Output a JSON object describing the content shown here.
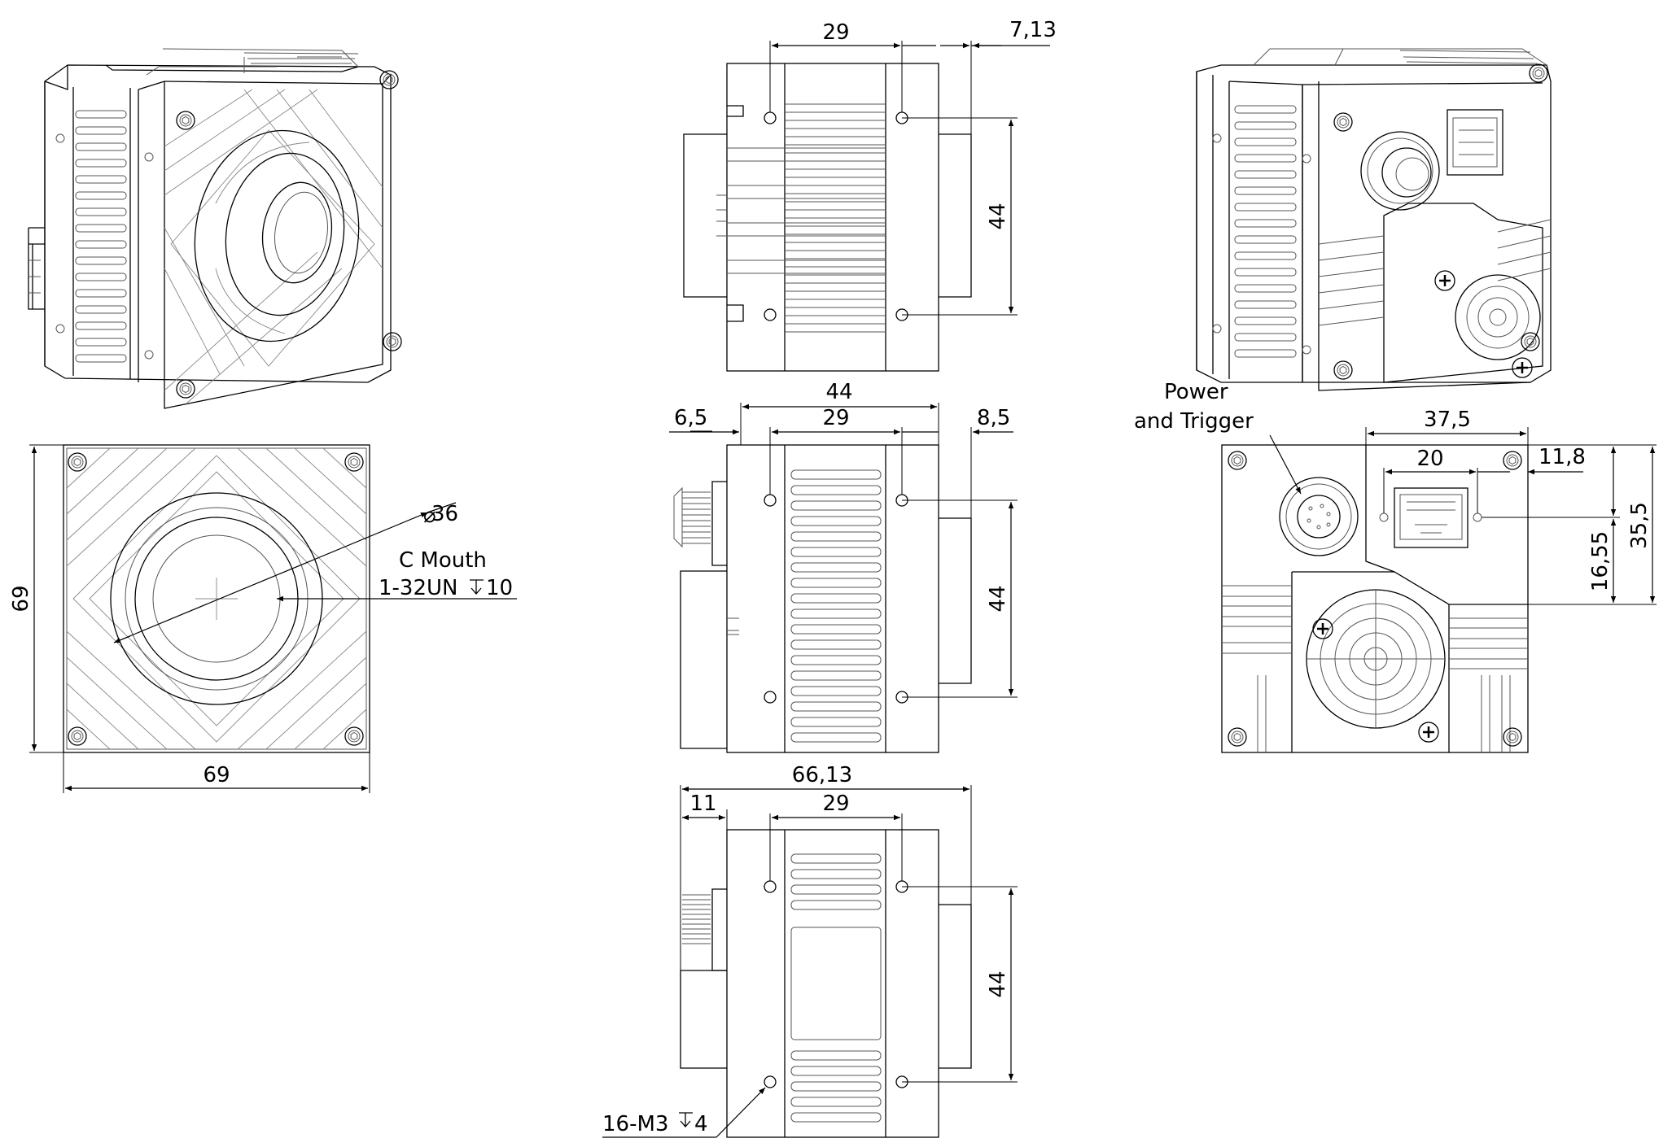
{
  "drawing": {
    "top_view": {
      "dim_hole_spacing": "29",
      "dim_rear_offset": "7,13",
      "dim_height": "44"
    },
    "side_view_right": {
      "dim_width": "44",
      "dim_hole_spacing": "29",
      "dim_front": "6,5",
      "dim_rear": "8,5",
      "dim_height": "44"
    },
    "bottom_view": {
      "dim_length": "66,13",
      "dim_front": "11",
      "dim_hole_spacing": "29",
      "dim_height": "44",
      "mount_holes": "16-M3",
      "mount_depth": "4"
    },
    "front_view": {
      "dim_height": "69",
      "dim_width": "69",
      "dia": "36",
      "mount_label": "C Mouth",
      "mount_thread": "1-32UN",
      "mount_depth": "10"
    },
    "rear_view": {
      "power_label_1": "Power",
      "power_label_2": "and Trigger",
      "dim_port_offset": "37,5",
      "dim_port_spacing": "20",
      "dim_right_offset": "11,8",
      "dim_port_height": "16,55",
      "dim_height_total": "35,5"
    }
  }
}
